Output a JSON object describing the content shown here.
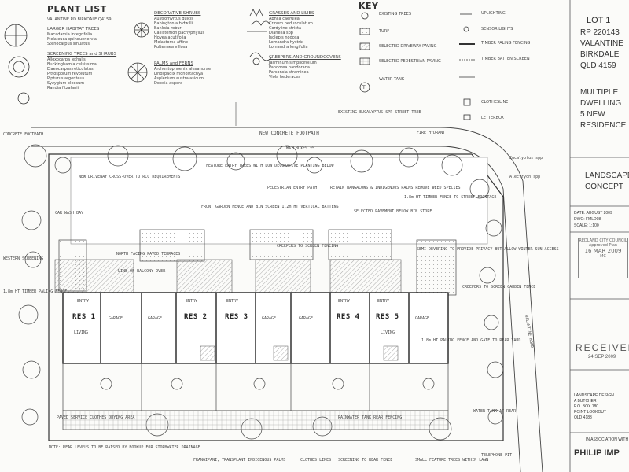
{
  "plant_list": {
    "title": "PLANT LIST",
    "subtitle": "VALANTINE RD BIRKDALE Q4159",
    "sections": [
      {
        "name": "LARGER HABITAT TREES",
        "items": [
          "Macadamia integrifolia",
          "Melaleuca quinquenervia",
          "Stenocarpus sinuatus"
        ]
      },
      {
        "name": "SCREENING TREES and SHRUBS",
        "items": [
          "Alloxocarpa lethalis",
          "Buckinghamia celsissima",
          "Elaeocarpus reticulatus",
          "Pittosporum revolutum",
          "Pipturus argenteus",
          "Syzygium oleosum",
          "Randia fitzalanii"
        ]
      },
      {
        "name": "DECORATIVE SHRUBS",
        "items": [
          "Austromyrtus dulcis",
          "Babingtonia bidwillii",
          "Banksia robur",
          "Callistemon pachyphyllus",
          "Hovea acutifolia",
          "Melastoma affine",
          "Pultenaea villosa"
        ]
      },
      {
        "name": "PALMS and FERNS",
        "items": [
          "Archontophoenix alexandrae",
          "Linospadix monostachya",
          "Asplenium australasicum",
          "Doodia aspera"
        ]
      },
      {
        "name": "GRASSES AND LILIES",
        "items": [
          "Aphila caerulea",
          "Crinum pedunculatum",
          "Cordyline stricta",
          "Dianella spp",
          "Isolepis nodosa",
          "Lomandra hystrix",
          "Lomandra longifolia"
        ]
      },
      {
        "name": "CREEPERS AND GROUNDCOVERS",
        "items": [
          "Jasminum simplicifolium",
          "Pandorea pandorana",
          "Parsonsia straminea",
          "Viola hederacea"
        ]
      }
    ]
  },
  "key": {
    "title": "KEY",
    "items": [
      "EXISTING TREES",
      "TURF",
      "SELECTED DRIVEWAY PAVING",
      "SELECTED PEDESTRIAN PAVING",
      "WATER TANK",
      "UPLIGHTING",
      "SENSOR LIGHTS",
      "TIMBER PALING FENCING",
      "TIMBER BATTEN SCREEN",
      "CLOTHESLINE",
      "LETTERBOX"
    ]
  },
  "title_block": {
    "lot": "LOT 1",
    "rp": "RP 220143",
    "street": "VALANTINE",
    "suburb": "BIRKDALE",
    "state": "QLD 4159",
    "project": [
      "MULTIPLE",
      "DWELLING",
      "5 NEW",
      "RESIDENCE"
    ],
    "drawing": [
      "LANDSCAPE",
      "CONCEPT"
    ],
    "date": "DATE: AUGUST 2009",
    "dwg": "DWG: FMLD08",
    "scale": "SCALE: 1:100",
    "approval": [
      "REDLAND CITY COUNCIL",
      "Approved Plan",
      "16 MAR 2009",
      "MC"
    ],
    "received": "RECEIVED",
    "received_date": "24 SEP 2009",
    "designer": [
      "LANDSCAPE DESIGN",
      "A BUTCHER",
      "P.O. BOX 180",
      "POINT LOOKOUT",
      "QLD 4183"
    ],
    "assoc": "IN ASSOCIATION WITH",
    "firm": "PHILIP IMP"
  },
  "plan": {
    "residences": [
      "RES 1",
      "RES 2",
      "RES 3",
      "RES 4",
      "RES 5"
    ],
    "rooms": [
      "ENTRY",
      "GARAGE",
      "LIVING"
    ],
    "annotations": [
      "NEW CONCRETE FOOTPATH",
      "MAILBOXES x5",
      "FIRE HYDRANT",
      "EXISTING EUCALYPTUS SPP STREET TREE",
      "FEATURE ENTRY TREES WITH LOW DECORATIVE PLANTING BELOW",
      "PEDESTRIAN ENTRY PATH",
      "RETAIN BANGALOWS & INDIGENOUS PALMS REMOVE WEED SPECIES",
      "SELECTED PAVEMENT BELOW BIN STORE",
      "FRONT GARDEN FENCE AND BIN SCREEN 1.2m HT VERTICAL BATTENS",
      "NORTH FACING PAVED TERRACES",
      "LINE OF BALCONY OVER",
      "CREEPERS TO SCREEN FENCING",
      "1.8m HT TIMBER FENCE TO STREET FRONTAGE",
      "CAR WASH BAY",
      "NEW DRIVEWAY CROSS-OVER TO RCC REQUIREMENTS",
      "SEMI-DEVERING TO PROVIDE PRIVACY BUT ALLOW WINTER SUN ACCESS",
      "CREEPERS TO SCREEN GARDEN FENCE",
      "1.8m HT PALING FENCE AND GATE TO REAR YARD",
      "PAVED SERVICE CLOTHES DRYING AREA",
      "FRANGIPANI, TRANSPLANT INDIGENOUS PALMS",
      "CLOTHES LINES",
      "SCREENING TO REAR FENCE",
      "SMALL FEATURE TREES WITHIN LAWN",
      "WATER TANK AT REAR",
      "TELEPHONE PIT",
      "NOTE: REAR LEVELS TO BE RAISED BY BOOKUP FOR STORMWATER DRAINAGE",
      "RAINWATER TANK REAR FENCING",
      "CONCRETE FOOTPATH",
      "WESTERN SCREENING",
      "1.8m HT TIMBER PALING FENCE",
      "Eucalyptus spp",
      "Alectryon spp",
      "VALANTINE ROAD"
    ]
  }
}
